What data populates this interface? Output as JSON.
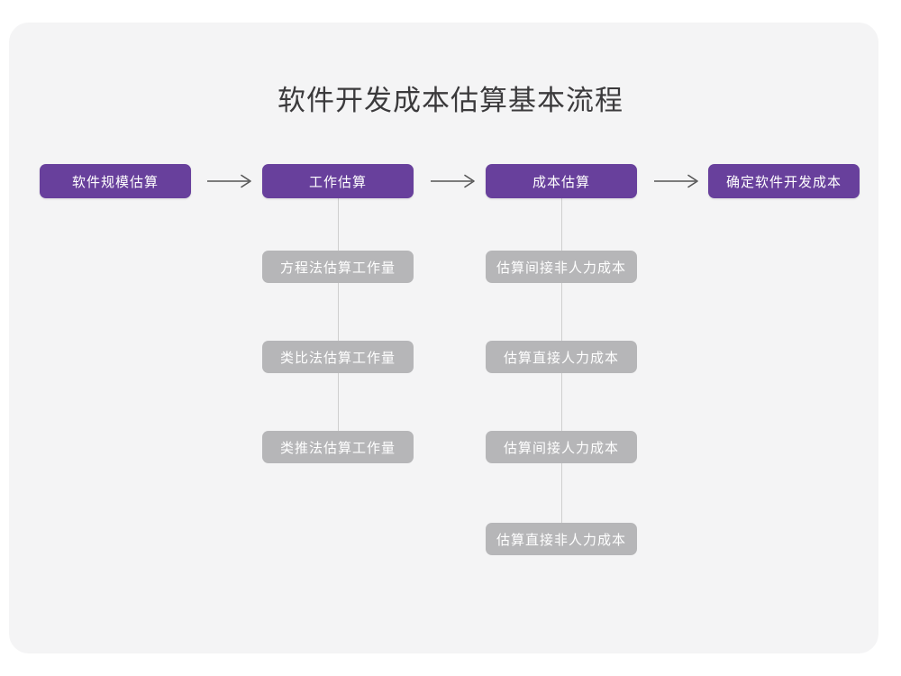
{
  "page": {
    "title": "软件开发成本估算基本流程",
    "background_color": "#ffffff",
    "canvas_color": "#f4f4f5",
    "primary_color": "#68409c",
    "secondary_color": "#b6b6b8",
    "title_color": "#3b3a3c",
    "connector_color": "#cfcfcf",
    "arrow_color": "#555555"
  },
  "flow": {
    "stages": [
      {
        "label": "软件规模估算",
        "substeps": []
      },
      {
        "label": "工作估算",
        "substeps": [
          {
            "label": "方程法估算工作量"
          },
          {
            "label": "类比法估算工作量"
          },
          {
            "label": "类推法估算工作量"
          }
        ]
      },
      {
        "label": "成本估算",
        "substeps": [
          {
            "label": "估算间接非人力成本"
          },
          {
            "label": "估算直接人力成本"
          },
          {
            "label": "估算间接人力成本"
          },
          {
            "label": "估算直接非人力成本"
          }
        ]
      },
      {
        "label": "确定软件开发成本",
        "substeps": []
      }
    ],
    "connectors": [
      {
        "name": "arrow-stage-1-to-2",
        "glyph": "→"
      },
      {
        "name": "arrow-stage-2-to-3",
        "glyph": "→"
      },
      {
        "name": "arrow-stage-3-to-4",
        "glyph": "→"
      }
    ]
  }
}
